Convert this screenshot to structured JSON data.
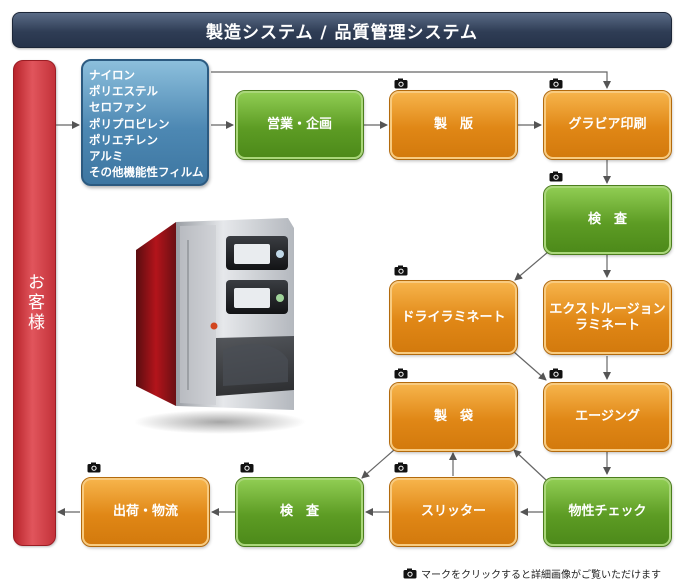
{
  "title": "製造システム / 品質管理システム",
  "customer": "お客様",
  "materials": [
    "ナイロン",
    "ポリエステル",
    "セロファン",
    "ポリプロピレン",
    "ポリエチレン",
    "アルミ",
    "その他機能性フィルム"
  ],
  "steps": {
    "sales": "営業・企画",
    "platemaking": "製　版",
    "gravure": "グラビア印刷",
    "inspection1": "検　査",
    "dry_laminate": "ドライラミネート",
    "extrusion_line1": "エクストルージョン",
    "extrusion_line2": "ラミネート",
    "bagmaking": "製　袋",
    "aging": "エージング",
    "shipping": "出荷・物流",
    "inspection2": "検　査",
    "slitter": "スリッター",
    "property_check": "物性チェック"
  },
  "footer_note": "マークをクリックすると詳細画像がご覧いただけます",
  "colors": {
    "green": "#5d9c24",
    "orange": "#e08716",
    "blue": "#4d88b3",
    "red": "#d0424a",
    "title": "#2f3d55"
  },
  "icons": {
    "camera": "camera-icon"
  }
}
